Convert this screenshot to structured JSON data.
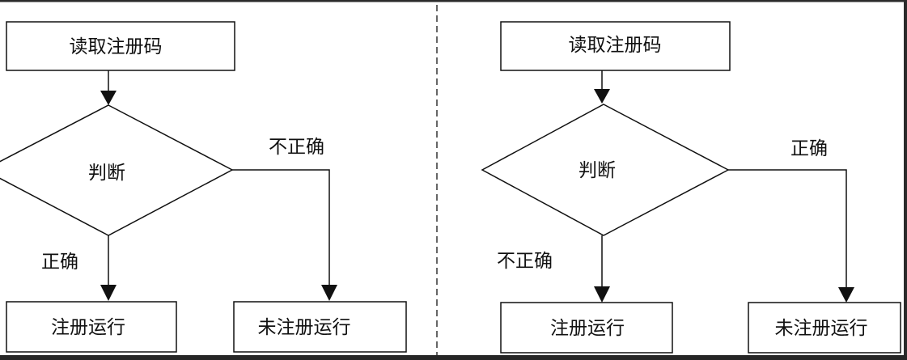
{
  "colors": {
    "line": "#111111",
    "frame": "#2b2b2b",
    "background": "#ffffff"
  },
  "left": {
    "read": "读取注册码",
    "decision": "判断",
    "branch_side": "不正确",
    "branch_down": "正确",
    "registered": "注册运行",
    "unregistered": "未注册运行"
  },
  "right": {
    "read": "读取注册码",
    "decision": "判断",
    "branch_side": "正确",
    "branch_down": "不正确",
    "registered": "注册运行",
    "unregistered": "未注册运行"
  }
}
